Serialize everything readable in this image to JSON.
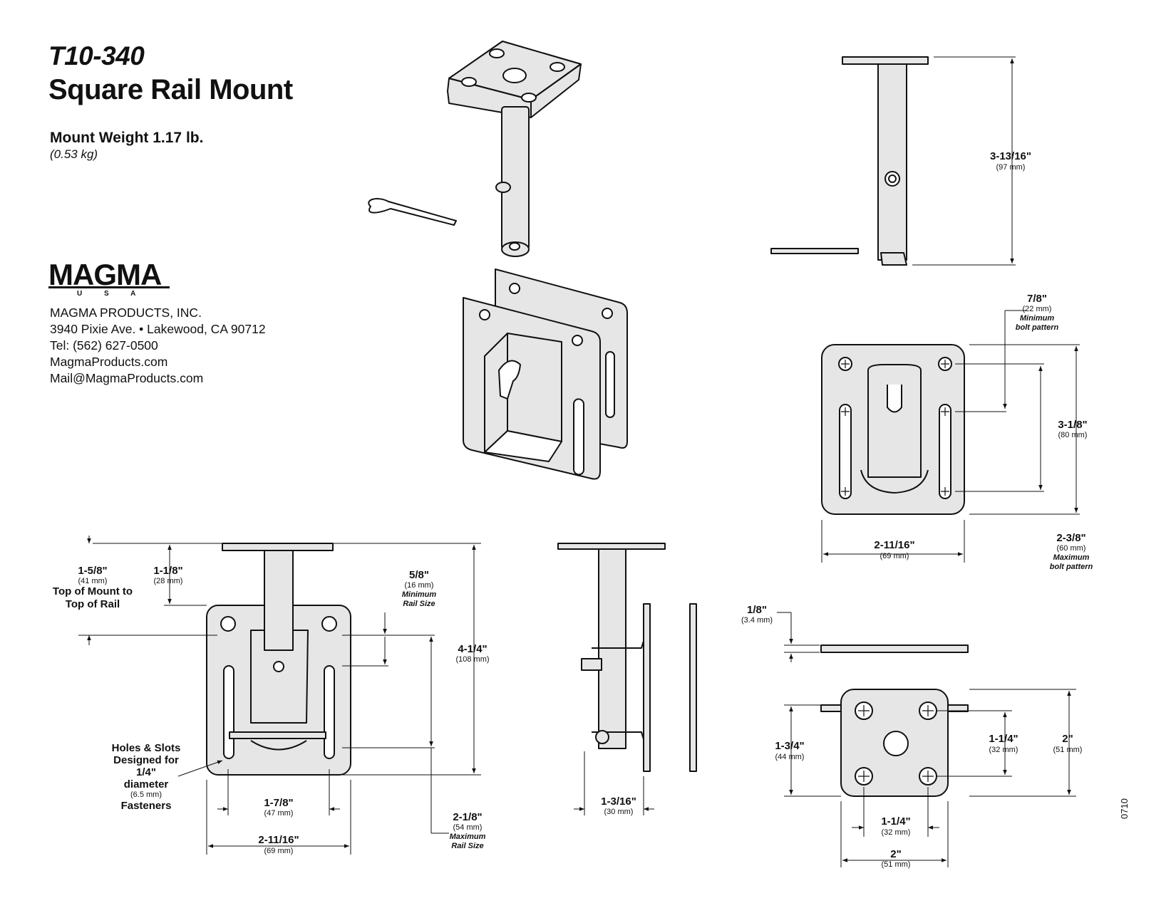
{
  "header": {
    "model": "T10-340",
    "name": "Square Rail Mount",
    "weight": "Mount Weight 1.17 lb.",
    "weight_metric": "(0.53 kg)"
  },
  "logo": {
    "brand": "MAGMA",
    "sub": "U S A"
  },
  "company": {
    "name": "MAGMA PRODUCTS, INC.",
    "address": "3940 Pixie Ave. • Lakewood, CA 90712",
    "phone": "Tel: (562) 627-0500",
    "web": "MagmaProducts.com",
    "email": "Mail@MagmaProducts.com"
  },
  "doc_code": "0710",
  "dims": {
    "d_3_13_16": {
      "val": "3-13/16\"",
      "mm": "(97 mm)"
    },
    "d_7_8": {
      "val": "7/8\"",
      "mm": "(22 mm)",
      "note1": "Minimum",
      "note2": "bolt pattern"
    },
    "d_3_1_8": {
      "val": "3-1/8\"",
      "mm": "(80 mm)"
    },
    "d_2_3_8": {
      "val": "2-3/8\"",
      "mm": "(60 mm)",
      "note1": "Maximum",
      "note2": "bolt pattern"
    },
    "d_2_11_16_top": {
      "val": "2-11/16\"",
      "mm": "(69 mm)"
    },
    "d_1_5_8": {
      "val": "1-5/8\"",
      "mm": "(41 mm)",
      "note1": "Top of Mount to",
      "note2": "Top of Rail"
    },
    "d_1_1_8": {
      "val": "1-1/8\"",
      "mm": "(28 mm)"
    },
    "d_5_8": {
      "val": "5/8\"",
      "mm": "(16 mm)",
      "note1": "Minimum",
      "note2": "Rail Size"
    },
    "d_4_1_4": {
      "val": "4-1/4\"",
      "mm": "(108 mm)"
    },
    "holes": {
      "l1": "Holes & Slots",
      "l2": "Designed for",
      "l3": "1/4\"",
      "l4": "diameter",
      "mm": "(6.5 mm)",
      "l5": "Fasteners"
    },
    "d_1_7_8": {
      "val": "1-7/8\"",
      "mm": "(47 mm)"
    },
    "d_2_11_16_bot": {
      "val": "2-11/16\"",
      "mm": "(69 mm)"
    },
    "d_2_1_8": {
      "val": "2-1/8\"",
      "mm": "(54 mm)",
      "note1": "Maximum",
      "note2": "Rail Size"
    },
    "d_1_3_16": {
      "val": "1-3/16\"",
      "mm": "(30 mm)"
    },
    "d_1_8": {
      "val": "1/8\"",
      "mm": "(3.4 mm)"
    },
    "d_1_3_4": {
      "val": "1-3/4\"",
      "mm": "(44 mm)"
    },
    "d_1_1_4_v": {
      "val": "1-1/4\"",
      "mm": "(32 mm)"
    },
    "d_2_v": {
      "val": "2\"",
      "mm": "(51 mm)"
    },
    "d_1_1_4_h": {
      "val": "1-1/4\"",
      "mm": "(32 mm)"
    },
    "d_2_h": {
      "val": "2\"",
      "mm": "(51 mm)"
    }
  }
}
